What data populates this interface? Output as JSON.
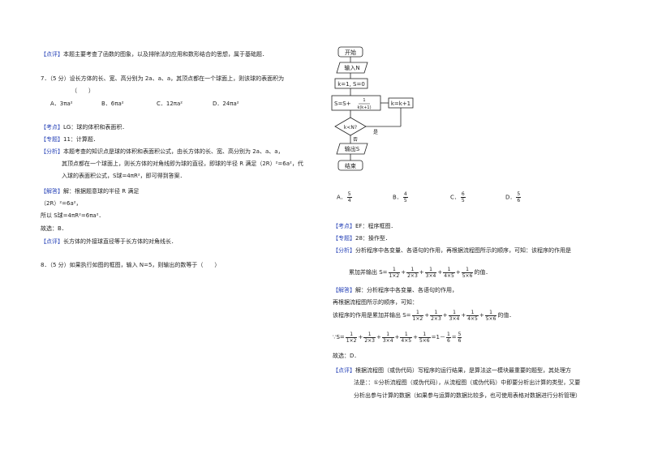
{
  "left": {
    "comment1": {
      "tag": "【点评】",
      "text": "本题主要考查了函数的图象，以及排除法的应用和数形结合的思想，属于基础题．"
    },
    "q7": {
      "stem": "7．（5 分）设长方体的长、宽、高分别为 2a、a、a，其顶点都在一个球面上，则该球的表面积为",
      "paren": "（　　）",
      "options": [
        "A．3πa²",
        "B．6πa²",
        "C．12πa²",
        "D．24πa²"
      ]
    },
    "kaodian": {
      "tag": "【考点】",
      "text": "LG：球的体积和表面积．"
    },
    "zhuanti": {
      "tag": "【专题】",
      "text": "11：计算题．"
    },
    "fenxi": {
      "tag": "【分析】",
      "lines": [
        "本题考查的知识点是球的体积和表面积公式，由长方体的长、宽、高分别为 2a、a、a，",
        "其顶点都在一个球面上，则长方体的对角线即为球的直径，即球的半径 R 满足（2R）²=6a²，代",
        "入球的表面积公式，S球=4πR²，即可得到答案．"
      ]
    },
    "jieda": {
      "tag": "【解答】",
      "lines": [
        "解：根据题意球的半径 R 满足",
        "（2R）²=6a²，",
        "所以 S球=4πR²=6πa²．",
        "故选：B．"
      ]
    },
    "comment2": {
      "tag": "【点评】",
      "text": "长方体的外接球直径等于长方体的对角线长．"
    },
    "q8": {
      "stem": "8．（5 分）如果执行如图的框图，输入 N=5，则输出的数等于（　　）"
    }
  },
  "flowchart": {
    "start": "开始",
    "input": "输入N",
    "init": "k=1, S=0",
    "update_s": "S=S+",
    "frac_num": "1",
    "frac_den": "k(k+1)",
    "update_k": "k=k+1",
    "cond": "k<N?",
    "yes": "是",
    "no": "否",
    "output": "输出S",
    "end": "结束"
  },
  "right": {
    "options": [
      {
        "label": "A．",
        "num": "5",
        "den": "4"
      },
      {
        "label": "B．",
        "num": "4",
        "den": "5"
      },
      {
        "label": "C．",
        "num": "6",
        "den": "5"
      },
      {
        "label": "D．",
        "num": "5",
        "den": "6"
      }
    ],
    "kaodian": {
      "tag": "【考点】",
      "text": "EF：程序框图．"
    },
    "zhuanti": {
      "tag": "【专题】",
      "text": "28：操作型．"
    },
    "fenxi": {
      "tag": "【分析】",
      "text": "分析程序中各变量、各语句的作用，再根据流程图所示的顺序，可知：该程序的作用是"
    },
    "sum_prefix": "累加并输出 S=",
    "sum_suffix": "的值．",
    "terms": [
      {
        "num": "1",
        "den": "1×2"
      },
      {
        "num": "1",
        "den": "2×3"
      },
      {
        "num": "1",
        "den": "3×4"
      },
      {
        "num": "1",
        "den": "4×5"
      },
      {
        "num": "1",
        "den": "5×6"
      }
    ],
    "jieda": {
      "tag": "【解答】",
      "text": "解：分析程序中各变量、各语句的作用，"
    },
    "line_a": "再根据流程图所示的顺序，可知：",
    "line_b": "该程序的作用是累加并输出 S=",
    "because_prefix": "∵S=",
    "because_tail": "=1－",
    "tail_num1": "1",
    "tail_den1": "6",
    "tail_eq": "=",
    "tail_num2": "5",
    "tail_den2": "6",
    "choose": "故选：D．",
    "dianping": {
      "tag": "【点评】",
      "lines": [
        "根据流程图（或伪代码）写程序的运行结果，是算法这一模块最重要的题型，其处理方",
        "法是：：①分析流程图（或伪代码），从流程图（或伪代码）中即要分析出计算的类型，又要",
        "分析出参与计算的数据（如果参与运算的数据比较多，也可使用表格对数据进行分析管理）"
      ]
    }
  }
}
